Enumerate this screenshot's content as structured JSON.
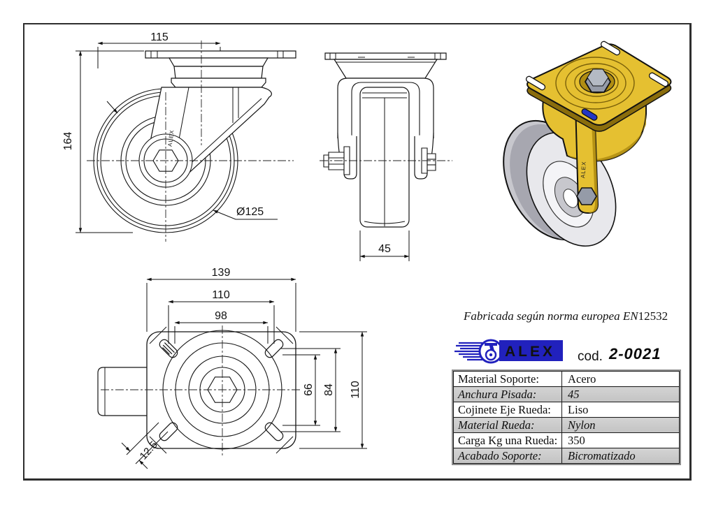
{
  "front_view": {
    "dim_height": "164",
    "dim_plate_width": "115",
    "dim_wheel_diameter": "Ø125",
    "engraving": "ALEX"
  },
  "side_view": {
    "dim_tread_width": "45"
  },
  "top_view": {
    "dim_plate_length": "139",
    "dim_hole_spacing_long": "110",
    "dim_hole_spacing_short": "98",
    "dim_slot_span_inner": "66",
    "dim_slot_span_outer": "84",
    "dim_plate_width": "110",
    "dim_slot_width": "12.5"
  },
  "render_3d": {
    "engraving": "ALEX",
    "colors": {
      "bracket": "#e5c031",
      "bracket_dark": "#b08d12",
      "bracket_deep": "#8a6d0c",
      "wheel_light": "#e8e8ec",
      "wheel_mid": "#c7c7cd",
      "wheel_dark": "#a7a7b0",
      "seal_blue": "#2336c4",
      "nut_gray": "#959ba8",
      "nut_light": "#b4bac4"
    }
  },
  "info": {
    "standard_note_italic": "Fabricada según norma europea EN",
    "standard_note_number": "12532",
    "code_label": "cod.",
    "code_value": "2-0021"
  },
  "logo": {
    "text": "ALEX",
    "color": "#2121bd"
  },
  "spec_table": {
    "rows": [
      {
        "label": "Material Soporte:",
        "value": "Acero"
      },
      {
        "label": "Anchura Pisada:",
        "value": "45"
      },
      {
        "label": "Cojinete Eje Rueda:",
        "value": "Liso"
      },
      {
        "label": "Material Rueda:",
        "value": "Nylon"
      },
      {
        "label": "Carga Kg una Rueda:",
        "value": "350"
      },
      {
        "label": "Acabado Soporte:",
        "value": "Bicromatizado"
      }
    ]
  }
}
